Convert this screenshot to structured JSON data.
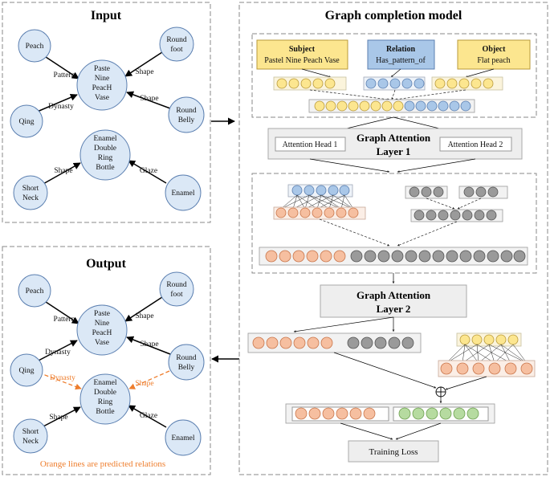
{
  "input": {
    "title": "Input",
    "nodes": {
      "peach": "Peach",
      "round_foot": [
        "Round",
        "foot"
      ],
      "vase": [
        "Paste",
        "Nine",
        "PeacH",
        "Vase"
      ],
      "qing": "Qing",
      "round_belly": [
        "Round",
        "Belly"
      ],
      "bottle": [
        "Enamel",
        "Double",
        "Ring",
        "Bottle"
      ],
      "short_neck": [
        "Short",
        "Neck"
      ],
      "enamel": "Enamel"
    },
    "edges": {
      "pattern": "Pattern",
      "shape1": "Shape",
      "dynasty": "Dynasty",
      "shape2": "Shape",
      "shape3": "Shape",
      "glaze": "Glaze"
    }
  },
  "output": {
    "title": "Output",
    "nodes": {
      "peach": "Peach",
      "round_foot": [
        "Round",
        "foot"
      ],
      "vase": [
        "Paste",
        "Nine",
        "PeacH",
        "Vase"
      ],
      "qing": "Qing",
      "round_belly": [
        "Round",
        "Belly"
      ],
      "bottle": [
        "Enamel",
        "Double",
        "Ring",
        "Bottle"
      ],
      "short_neck": [
        "Short",
        "Neck"
      ],
      "enamel": "Enamel"
    },
    "edges": {
      "pattern": "Pattern",
      "shape1": "Shape",
      "dynasty": "Dynasty",
      "shape2": "Shape",
      "shape3": "Shape",
      "glaze": "Glaze"
    },
    "predicted": {
      "dynasty": "Dynasty",
      "shape": "Shape"
    },
    "caption": "Orange lines are predicted relations"
  },
  "model": {
    "title": "Graph completion model",
    "subject": {
      "head": "Subject",
      "value": "Pastel Nine Peach Vase"
    },
    "relation": {
      "head": "Relation",
      "value": "Has_pattern_of"
    },
    "object": {
      "head": "Object",
      "value": "Flat peach"
    },
    "gat1": [
      "Graph Attention",
      "Layer 1"
    ],
    "head1": "Attention Head 1",
    "head2": "Attention Head 2",
    "gat2": [
      "Graph Attention",
      "Layer 2"
    ],
    "loss": "Training Loss",
    "combine_symbol": "⊕"
  },
  "colors": {
    "node_fill": "#dbe8f6",
    "subject_fill": "#fce68f",
    "relation_fill": "#a9c7e8",
    "attention_orange": "#f6bfa0",
    "attention_gray": "#9a9a9a",
    "green": "#b6dba0",
    "predicted_edge": "#ee7d2c"
  }
}
